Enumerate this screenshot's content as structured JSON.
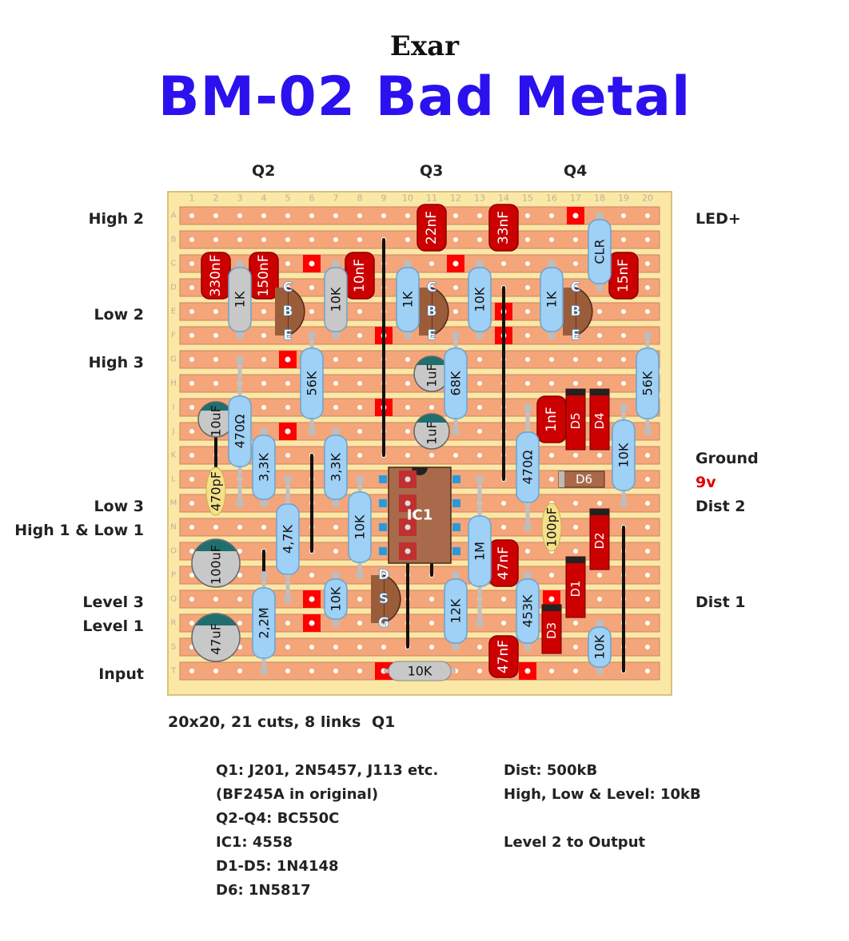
{
  "header": {
    "brand": "Exar",
    "title": "BM-02 Bad Metal"
  },
  "transistor_labels": {
    "q2": "Q2",
    "q3": "Q3",
    "q4": "Q4",
    "q1": "Q1"
  },
  "left_labels": {
    "high2": "High 2",
    "low2": "Low 2",
    "high3": "High 3",
    "low3": "Low 3",
    "high1_low1": "High 1 & Low 1",
    "level3": "Level 3",
    "level1": "Level 1",
    "input": "Input"
  },
  "right_labels": {
    "led": "LED+",
    "ground": "Ground",
    "v9": "9v",
    "dist2": "Dist 2",
    "dist1": "Dist 1"
  },
  "board": {
    "columns": [
      "1",
      "2",
      "3",
      "4",
      "5",
      "6",
      "7",
      "8",
      "9",
      "10",
      "11",
      "12",
      "13",
      "14",
      "15",
      "16",
      "17",
      "18",
      "19",
      "20"
    ],
    "rows": [
      "A",
      "B",
      "C",
      "D",
      "E",
      "F",
      "G",
      "H",
      "I",
      "J",
      "K",
      "L",
      "M",
      "N",
      "O",
      "P",
      "Q",
      "R",
      "S",
      "T"
    ]
  },
  "components": {
    "resistors": [
      "1K",
      "10K",
      "1K",
      "10K",
      "1K",
      "56K",
      "68K",
      "56K",
      "470Ω",
      "3,3K",
      "3,3K",
      "4,7K",
      "10K",
      "10K",
      "1M",
      "470Ω",
      "10K",
      "2,2M",
      "10K",
      "12K",
      "453K",
      "10K",
      "10K",
      "CLR"
    ],
    "capacitors": [
      "330nF",
      "150nF",
      "10nF",
      "22nF",
      "33nF",
      "15nF",
      "1nF",
      "47nF",
      "47nF",
      "470pF",
      "100pF"
    ],
    "electrolytics": [
      "1uF",
      "1uF",
      "10uF",
      "100uF",
      "47uF"
    ],
    "diodes": [
      "D1",
      "D2",
      "D3",
      "D4",
      "D5",
      "D6"
    ],
    "ic": "IC1",
    "pins_bce": [
      "C",
      "B",
      "E"
    ],
    "pins_dsg": [
      "D",
      "S",
      "G"
    ]
  },
  "summary": "20x20, 21 cuts, 8 links",
  "notes_left": [
    "Q1: J201, 2N5457, J113 etc.",
    "(BF245A in original)",
    "Q2-Q4: BC550C",
    "IC1: 4558",
    "D1-D5: 1N4148",
    "D6: 1N5817"
  ],
  "notes_right": [
    "Dist: 500kB",
    "High, Low & Level: 10kB",
    "",
    "Level 2 to Output"
  ],
  "colors": {
    "title": "#2b11ee",
    "strip": "#f4a57a",
    "board": "#fbe7a6",
    "resistor": "#9fd0f5",
    "capacitor": "#cc0000",
    "cut": "#ff0000"
  }
}
